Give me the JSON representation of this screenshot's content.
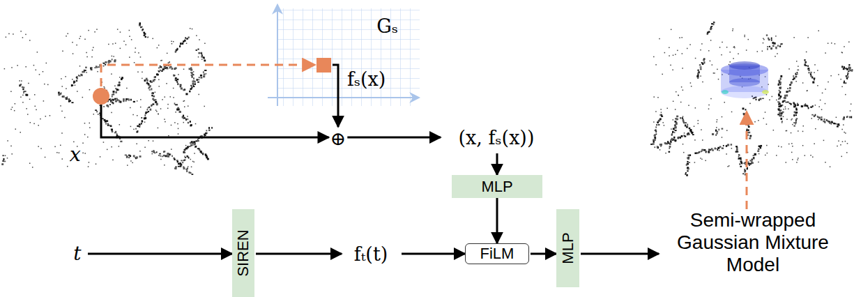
{
  "diagram": {
    "nodes": [
      {
        "text": [
          "x"
        ]
      },
      {
        "text": [
          "Gₛ"
        ]
      },
      {
        "text": [
          "⊕"
        ]
      },
      {
        "text": [
          "(x, fₛ(x))"
        ]
      },
      {
        "text": [
          "MLP"
        ]
      },
      {
        "text": [
          "t"
        ]
      },
      {
        "text": [
          "SIREN"
        ]
      },
      {
        "text": [
          "fₜ(t)"
        ]
      },
      {
        "text": [
          "FiLM"
        ]
      },
      {
        "text": [
          "MLP"
        ]
      },
      {
        "text": [
          "Semi-wrapped Gaussian Mixture Model"
        ]
      }
    ],
    "edges": [
      {
        "from": 0,
        "to": 1,
        "arrow": "to"
      },
      {
        "from": 0,
        "to": 2,
        "arrow": "to"
      },
      {
        "from": 1,
        "to": 2,
        "label": "fₛ(x)",
        "arrow": "to"
      },
      {
        "from": 2,
        "to": 3,
        "arrow": "to"
      },
      {
        "from": 3,
        "to": 4,
        "arrow": "to"
      },
      {
        "from": 4,
        "to": 8,
        "arrow": "to"
      },
      {
        "from": 5,
        "to": 6,
        "arrow": "to"
      },
      {
        "from": 6,
        "to": 7,
        "arrow": "to"
      },
      {
        "from": 7,
        "to": 8,
        "arrow": "to"
      },
      {
        "from": 8,
        "to": 9,
        "arrow": "to"
      },
      {
        "from": 9,
        "to": 10,
        "arrow": "to"
      }
    ]
  }
}
